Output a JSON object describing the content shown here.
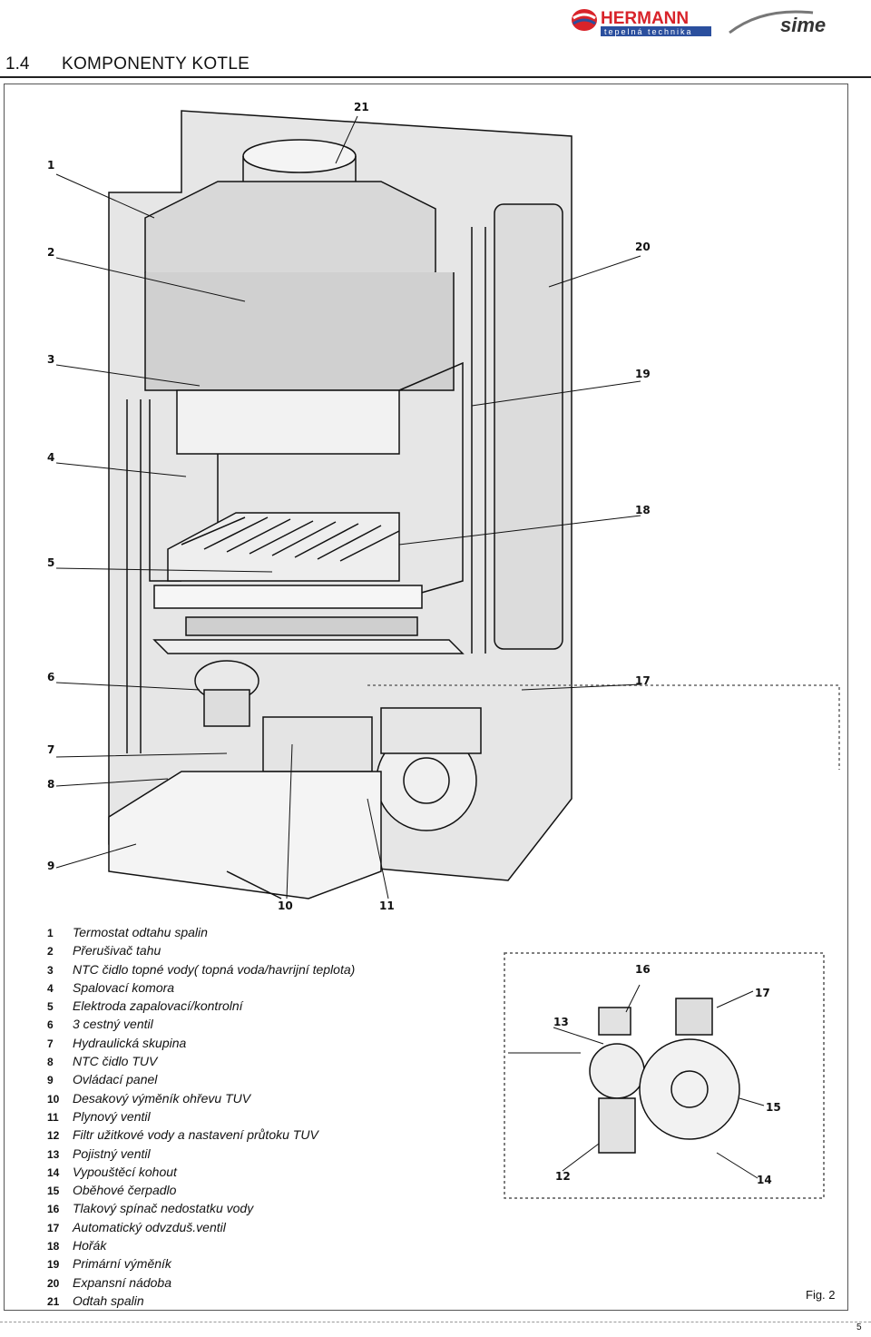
{
  "header": {
    "brand": "HERMANN",
    "brand_sub": "tepelná technika",
    "partner": "sime"
  },
  "section": {
    "number": "1.4",
    "title": "KOMPONENTY KOTLE"
  },
  "callouts": [
    "1",
    "2",
    "3",
    "4",
    "5",
    "6",
    "7",
    "8",
    "9",
    "10",
    "11",
    "17",
    "18",
    "19",
    "20",
    "21"
  ],
  "inset_callouts": [
    "12",
    "13",
    "14",
    "15",
    "16",
    "17"
  ],
  "legend": [
    {
      "num": "1",
      "text": "Termostat odtahu spalin"
    },
    {
      "num": "2",
      "text": "Přerušivač tahu"
    },
    {
      "num": "3",
      "text": "NTC čidlo topné vody( topná voda/havrijní teplota)"
    },
    {
      "num": "4",
      "text": "Spalovací komora"
    },
    {
      "num": "5",
      "text": "Elektroda zapalovací/kontrolní"
    },
    {
      "num": "6",
      "text": "3 cestný ventil"
    },
    {
      "num": "7",
      "text": "Hydraulická skupina"
    },
    {
      "num": "8",
      "text": "NTC čidlo TUV"
    },
    {
      "num": "9",
      "text": "Ovládací panel"
    },
    {
      "num": "10",
      "text": "Desakový výměník ohřevu TUV"
    },
    {
      "num": "11",
      "text": "Plynový ventil"
    },
    {
      "num": "12",
      "text": "Filtr užitkové vody a nastavení průtoku TUV"
    },
    {
      "num": "13",
      "text": "Pojistný ventil"
    },
    {
      "num": "14",
      "text": "Vypouštěcí kohout"
    },
    {
      "num": "15",
      "text": "Oběhové čerpadlo"
    },
    {
      "num": "16",
      "text": "Tlakový spínač nedostatku vody"
    },
    {
      "num": "17",
      "text": "Automatický odvzduš.ventil"
    },
    {
      "num": "18",
      "text": "Hořák"
    },
    {
      "num": "19",
      "text": "Primární výměník"
    },
    {
      "num": "20",
      "text": "Expansní nádoba"
    },
    {
      "num": "21",
      "text": "Odtah spalin"
    }
  ],
  "figure_label": "Fig. 2",
  "page_number": "5",
  "colors": {
    "brand_red": "#d8232a",
    "brand_blue": "#2b4f9e",
    "panel_gray": "#dcdcdc",
    "line": "#111111"
  }
}
